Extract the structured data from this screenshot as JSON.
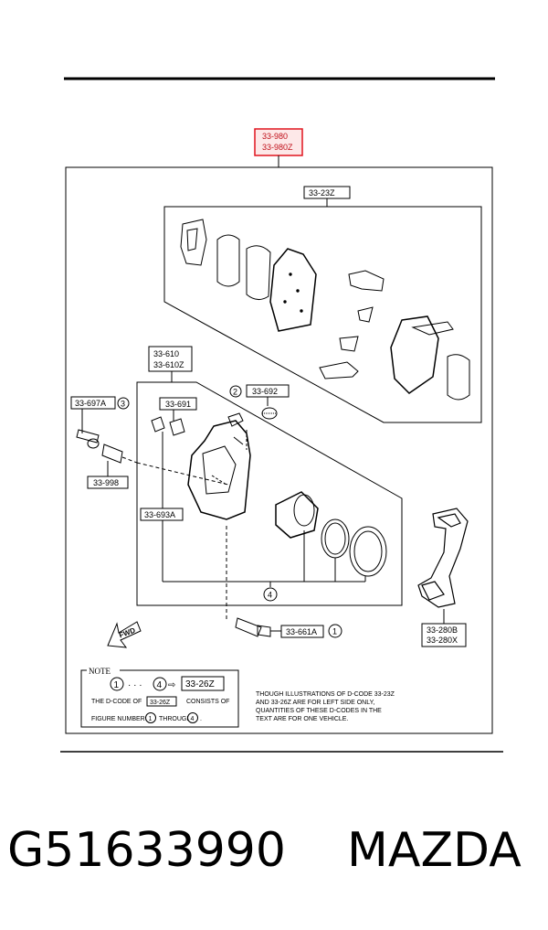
{
  "codes": {
    "assembly_main": "33-980",
    "assembly_alt": "33-980Z",
    "pad_kit": "33-23Z",
    "caliper_main": "33-610",
    "caliper_alt": "33-610Z",
    "guide_pin_kit": "33-697A",
    "guide_pin_kit_circle": "3",
    "bleeder": "33-691",
    "seal_kit_circle": "2",
    "seal_kit": "33-692",
    "pin": "33-998",
    "boot": "33-693A",
    "piston_seal_circle": "4",
    "bolt": "33-661A",
    "bolt_circle": "1",
    "bracket_main": "33-280B",
    "bracket_alt": "33-280X",
    "fwd": "FWD"
  },
  "note": {
    "title": "NOTE",
    "circle_1": "1",
    "dots": "· · ·",
    "circle_4": "4",
    "arrow": "⇨",
    "code_box": "33-26Z",
    "line2_a": "THE D-CODE OF",
    "line2_code": "33-26Z",
    "line2_b": "CONSISTS OF",
    "line3_a": "FIGURE NUMBERS",
    "line3_c1": "1",
    "line3_b": "THROUGH",
    "line3_c4": "4",
    "line3_end": "."
  },
  "remark": {
    "line1": "THOUGH ILLUSTRATIONS OF D-CODE 33-23Z",
    "line2": "AND 33-26Z ARE FOR LEFT SIDE ONLY,",
    "line3": "QUANTITIES OF THESE D-CODES IN THE",
    "line4": "TEXT ARE FOR ONE VEHICLE."
  },
  "caption": {
    "part_number": "G51633990",
    "brand": "MAZDA"
  },
  "colors": {
    "highlight": "#e0141e",
    "ink": "#000000"
  }
}
